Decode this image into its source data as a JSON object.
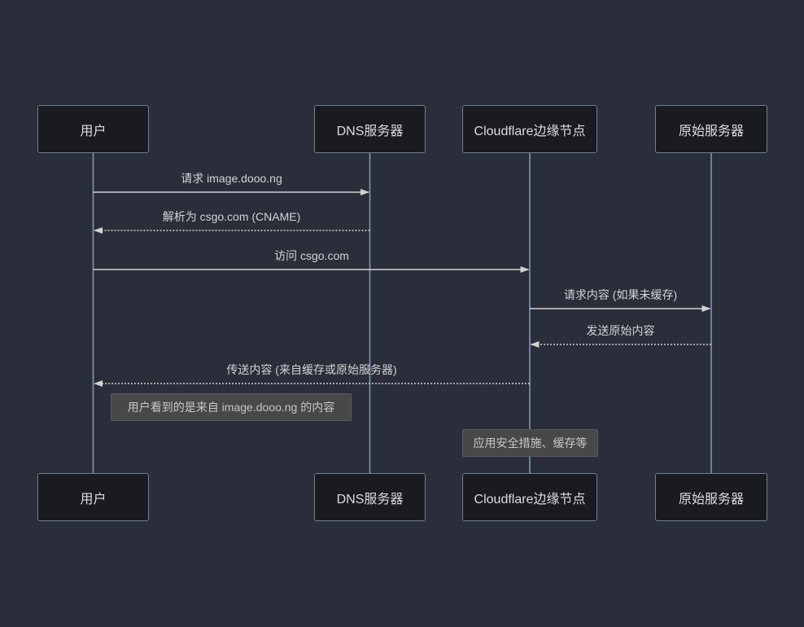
{
  "diagram": {
    "type": "sequence-diagram",
    "actors": [
      {
        "label": "用户"
      },
      {
        "label": "DNS服务器"
      },
      {
        "label": "Cloudflare边缘节点"
      },
      {
        "label": "原始服务器"
      }
    ],
    "messages": [
      {
        "text": "请求 image.dooo.ng",
        "from": "用户",
        "to": "DNS服务器",
        "style": "solid"
      },
      {
        "text": "解析为 csgo.com (CNAME)",
        "from": "DNS服务器",
        "to": "用户",
        "style": "dotted"
      },
      {
        "text": "访问 csgo.com",
        "from": "用户",
        "to": "Cloudflare边缘节点",
        "style": "solid"
      },
      {
        "text": "请求内容 (如果未缓存)",
        "from": "Cloudflare边缘节点",
        "to": "原始服务器",
        "style": "solid"
      },
      {
        "text": "发送原始内容",
        "from": "原始服务器",
        "to": "Cloudflare边缘节点",
        "style": "dotted"
      },
      {
        "text": "传送内容 (来自缓存或原始服务器)",
        "from": "Cloudflare边缘节点",
        "to": "用户",
        "style": "dotted"
      }
    ],
    "notes": [
      {
        "text": "用户看到的是来自 image.dooo.ng 的内容",
        "anchor": "right of 用户"
      },
      {
        "text": "应用安全措施、缓存等",
        "anchor": "over Cloudflare边缘节点"
      }
    ],
    "colors": {
      "background": "#2a2e3a",
      "actor_fill": "#191b20",
      "actor_border": "#6d7d96",
      "actor_text": "#dcdddf",
      "lifeline": "#7e95b5",
      "signal": "#d3d3d3",
      "message_text": "#d2d3d4",
      "note_fill": "#47484a",
      "note_border": "#5a5b5e",
      "note_text": "#c6c7c8"
    }
  }
}
